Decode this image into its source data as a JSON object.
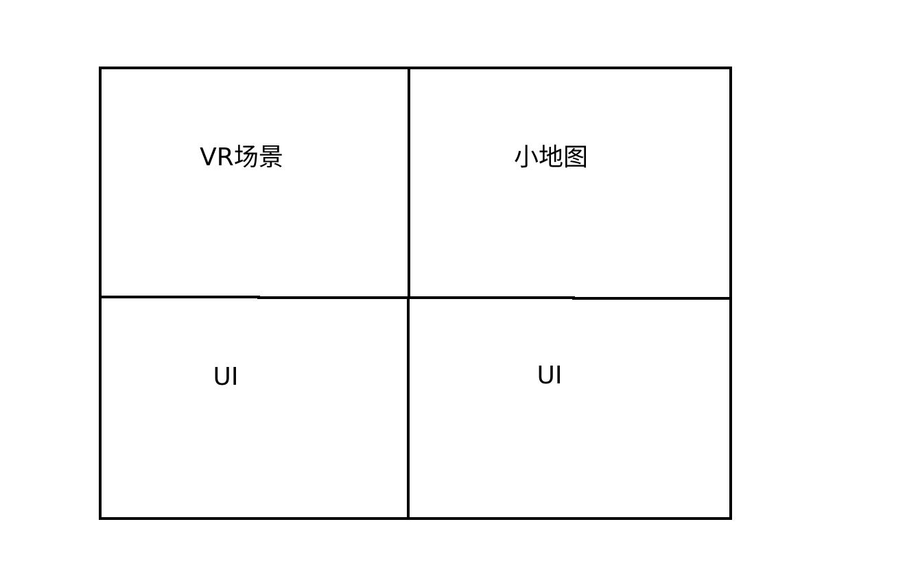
{
  "panels": {
    "top_left": {
      "label": "VR场景"
    },
    "top_right": {
      "label": "小地图"
    },
    "bottom_left": {
      "label": "UI"
    },
    "bottom_right": {
      "label": "UI"
    }
  }
}
